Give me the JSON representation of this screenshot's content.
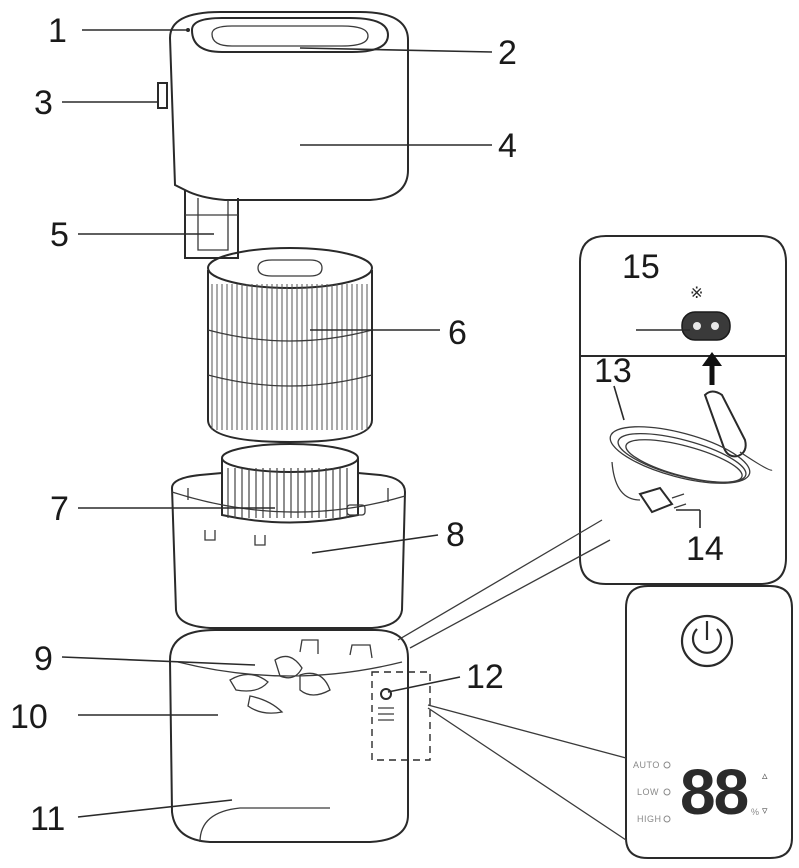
{
  "callouts": [
    {
      "id": "1",
      "label": "1"
    },
    {
      "id": "2",
      "label": "2"
    },
    {
      "id": "3",
      "label": "3"
    },
    {
      "id": "4",
      "label": "4"
    },
    {
      "id": "5",
      "label": "5"
    },
    {
      "id": "6",
      "label": "6"
    },
    {
      "id": "7",
      "label": "7"
    },
    {
      "id": "8",
      "label": "8"
    },
    {
      "id": "9",
      "label": "9"
    },
    {
      "id": "10",
      "label": "10"
    },
    {
      "id": "11",
      "label": "11"
    },
    {
      "id": "12",
      "label": "12"
    },
    {
      "id": "13",
      "label": "13"
    },
    {
      "id": "14",
      "label": "14"
    },
    {
      "id": "15",
      "label": "15"
    }
  ],
  "power_socket_note": "※",
  "control_panel": {
    "modes": [
      "AUTO",
      "LOW",
      "HIGH"
    ],
    "display_digits": "88",
    "display_unit": "%",
    "up_arrow": "▵",
    "down_arrow": "▿"
  },
  "icons": {
    "power": "power-icon",
    "up": "up-arrow-icon",
    "down": "down-arrow-icon"
  },
  "colors": {
    "line": "#2a2a2a",
    "panel_bg": "#ffffff",
    "socket": "#3a3a3a"
  }
}
